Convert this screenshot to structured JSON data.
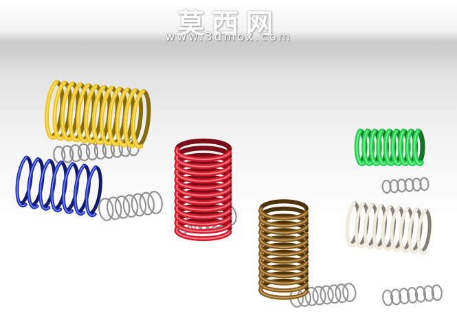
{
  "watermark": {
    "title": "莫西网",
    "url": "www.3dmox.com"
  },
  "colors": {
    "background": "#ffffff",
    "shadow": "#3a3a3a",
    "spring_yellow": "#f0c419",
    "spring_blue": "#1d2fc0",
    "spring_red": "#d81a2c",
    "spring_brown": "#8a5a12",
    "spring_green": "#1fd34a",
    "spring_white": "#ece6d6"
  },
  "springs": [
    {
      "name": "yellow-spring",
      "color_key": "spring_yellow",
      "orientation": "horizontal"
    },
    {
      "name": "blue-spring",
      "color_key": "spring_blue",
      "orientation": "horizontal"
    },
    {
      "name": "red-spring",
      "color_key": "spring_red",
      "orientation": "vertical"
    },
    {
      "name": "brown-spring",
      "color_key": "spring_brown",
      "orientation": "vertical"
    },
    {
      "name": "green-spring",
      "color_key": "spring_green",
      "orientation": "horizontal"
    },
    {
      "name": "white-spring",
      "color_key": "spring_white",
      "orientation": "horizontal"
    }
  ]
}
